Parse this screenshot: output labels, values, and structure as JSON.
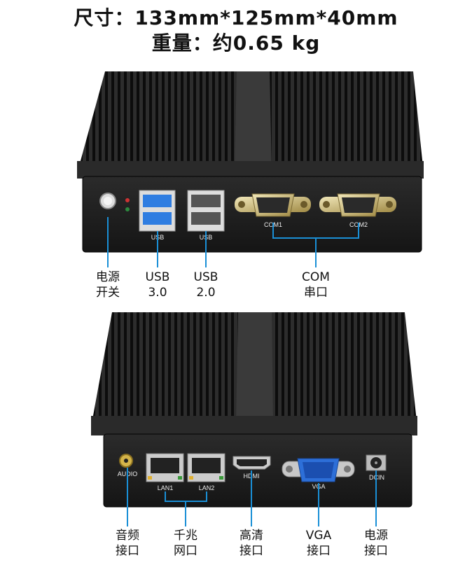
{
  "header": {
    "size_line": "尺寸：133mm*125mm*40mm",
    "weight_line": "重量：约0.65 kg"
  },
  "top_ports": {
    "usb_left": "USB",
    "usb_right": "USB",
    "com1": "COM1",
    "com2": "COM2"
  },
  "bottom_ports": {
    "audio": "AUDIO",
    "lan1": "LAN1",
    "lan2": "LAN2",
    "hdmi": "HDMI",
    "vga": "VGA",
    "dcin": "DCIN"
  },
  "top_labels": [
    {
      "line1": "电源",
      "line2": "开关"
    },
    {
      "line1": "USB",
      "line2": "3.0"
    },
    {
      "line1": "USB",
      "line2": "2.0"
    },
    {
      "line1": "COM",
      "line2": "串口"
    }
  ],
  "bottom_labels": [
    {
      "line1": "音频",
      "line2": "接口"
    },
    {
      "line1": "千兆",
      "line2": "网口"
    },
    {
      "line1": "高清",
      "line2": "接口"
    },
    {
      "line1": "VGA",
      "line2": "接口"
    },
    {
      "line1": "电源",
      "line2": "接口"
    }
  ],
  "colors": {
    "callout_line": "#1a8fd6",
    "usb3_blue": "#2f7de1",
    "body": "#1c1c1c"
  }
}
